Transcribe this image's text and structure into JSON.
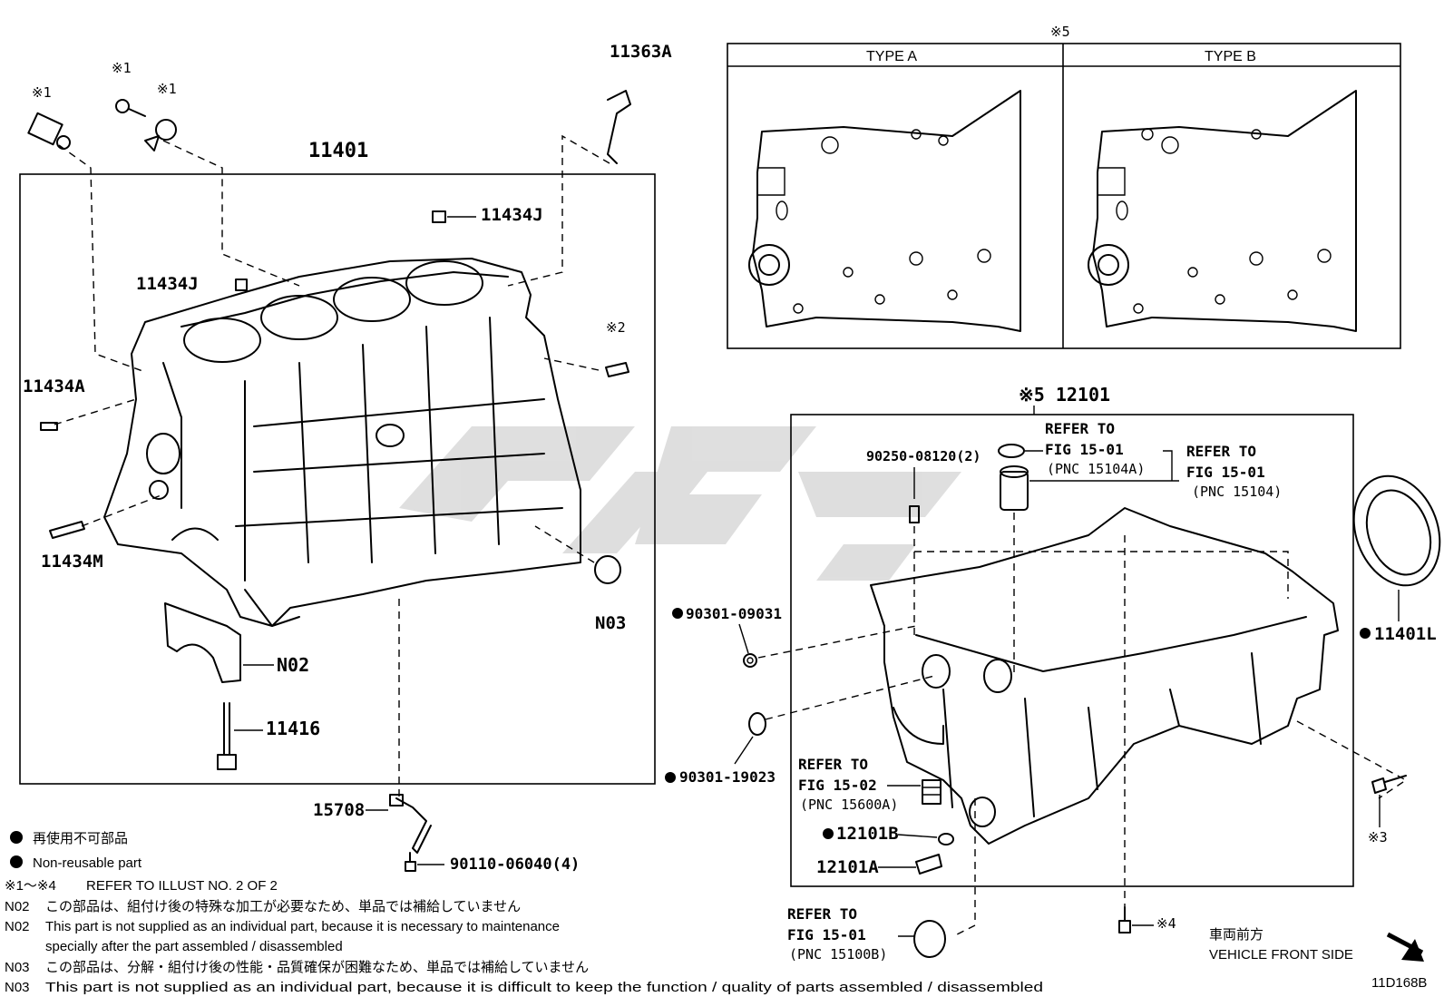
{
  "labels": {
    "block": "11401",
    "bracket": "11363A",
    "pin_top": "11434J",
    "pin_mid": "11434J",
    "pin_left": "11434A",
    "pin_bottom": "11434M",
    "plug_right": "N03",
    "cap": "N02",
    "bolt": "11416",
    "tube": "15708",
    "tube_bolt": "90110-06040(4)",
    "note1_a": "※1",
    "note1_b": "※1",
    "note1_c": "※1",
    "note2": "※2",
    "note5_top": "※5",
    "type_a": "TYPE A",
    "type_b": "TYPE B",
    "pan": "※5 12101",
    "bolt_pan": "90250-08120(2)",
    "ref1_line1": "REFER TO",
    "ref1_line2": "FIG 15-01",
    "ref1_line3": "(PNC 15104A)",
    "ref2_line1": "REFER TO",
    "ref2_line2": "FIG 15-01",
    "ref2_line3": "(PNC 15104)",
    "gasket1": "90301-09031",
    "gasket2": "90301-19023",
    "ref3_line1": "REFER TO",
    "ref3_line2": "FIG 15-02",
    "ref3_line3": "(PNC 15600A)",
    "plug_b": "12101B",
    "plug_a": "12101A",
    "seal": "11401L",
    "note3": "※3",
    "note4": "※4",
    "ref4_line1": "REFER TO",
    "ref4_line2": "FIG 15-01",
    "ref4_line3": "(PNC 15100B)",
    "front_jp": "車両前方",
    "front_en": "VEHICLE FRONT SIDE",
    "figure_code": "11D168B"
  },
  "legend": {
    "jp": "再使用不可部品",
    "en": "Non-reusable part"
  },
  "notes": [
    {
      "code": "※1～※4",
      "text": "REFER TO ILLUST NO. 2 OF 2"
    },
    {
      "code": "N02",
      "text": "この部品は、組付け後の特殊な加工が必要なため、単品では補給していません"
    },
    {
      "code": "N02",
      "text": "This part is not supplied as an individual part, because it is necessary to maintenance"
    },
    {
      "code": "",
      "text": "specially after the part assembled / disassembled"
    },
    {
      "code": "N03",
      "text": "この部品は、分解・組付け後の性能・品質確保が困難なため、単品では補給していません"
    },
    {
      "code": "N03",
      "text": "This part is not supplied as an individual part, because it is difficult to keep the function / quality of parts  assembled / disassembled"
    }
  ]
}
